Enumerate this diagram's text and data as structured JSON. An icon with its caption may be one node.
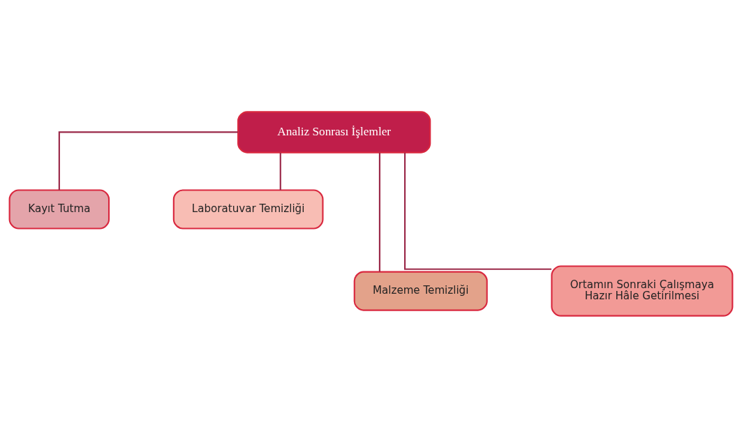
{
  "diagram": {
    "nodes": [
      {
        "text": [
          "Analiz Sonrası İşlemler"
        ]
      },
      {
        "text": [
          "Kayıt Tutma"
        ]
      },
      {
        "text": [
          "Laboratuvar Temizliği"
        ]
      },
      {
        "text": [
          "Malzeme Temizliği"
        ]
      },
      {
        "text": [
          "Ortamın Sonraki Çalışmaya Hazır Hâle Getirilmesi"
        ]
      }
    ],
    "edges": [
      {
        "from": 0,
        "to": 1,
        "arrow": "none"
      },
      {
        "from": 0,
        "to": 2,
        "arrow": "none"
      },
      {
        "from": 0,
        "to": 3,
        "arrow": "none"
      },
      {
        "from": 0,
        "to": 4,
        "arrow": "none"
      }
    ]
  }
}
